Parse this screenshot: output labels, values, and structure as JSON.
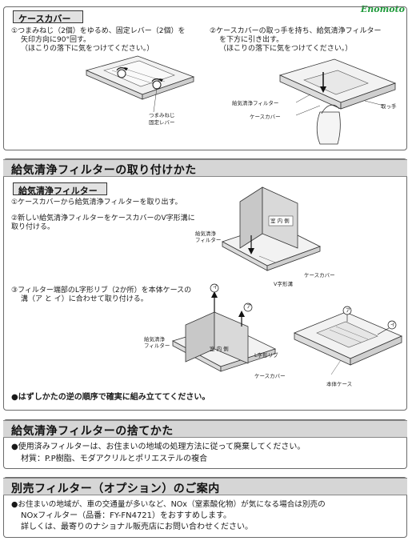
{
  "watermark": "Enomoto",
  "case_cover": {
    "tab": "ケースカバー",
    "step1": [
      "①つまみねじ（2個）をゆるめ、固定レバー（2個）を",
      "矢印方向に90°回す。",
      "（ほこりの落下に気をつけてください。）"
    ],
    "step2": [
      "②ケースカバーの取っ手を持ち、給気清浄フィルター",
      "を下方に引き出す。",
      "（ほこりの落下に気をつけてください。）"
    ],
    "labels": {
      "knob_screw": "つまみねじ",
      "fixing_lever": "固定レバー",
      "filter": "給気清浄フィルター",
      "handle": "取っ手",
      "cover": "ケースカバー"
    }
  },
  "install": {
    "title": "給気清浄フィルターの取り付けかた",
    "tab": "給気清浄フィルター",
    "step1": "①ケースカバーから給気清浄フィルターを取り出す。",
    "step2": [
      "②新しい給気清浄フィルターをケースカバーのV字形溝に",
      "取り付ける。"
    ],
    "step3": [
      "③フィルター端部のL字形リブ（2か所）を本体ケースの",
      "溝（ア と イ）に合わせて取り付ける。"
    ],
    "labels": {
      "filter": [
        "給気清浄",
        "フィルター"
      ],
      "cover": "ケースカバー",
      "v_groove": "V字形溝",
      "l_rib": "L字形リブ",
      "room_side": "室 内 側",
      "body_case": "本体ケース",
      "a": "ア",
      "i": "イ"
    },
    "note": "●はずしかたの逆の順序で確実に組み立ててください。"
  },
  "disposal": {
    "title": "給気清浄フィルターの捨てかた",
    "line1": "●使用済みフィルターは、お住まいの地域の処理方法に従って廃棄してください。",
    "line2": "材質：P.P樹脂、モダアクリルとポリエステルの複合"
  },
  "option": {
    "title": "別売フィルター（オプション）のご案内",
    "line1": "●お住まいの地域が、車の交通量が多いなど、NOx（窒素酸化物）が気になる場合は別売の",
    "line2": "NOxフィルター（品番：FY-FN4721）をおすすめします。",
    "line3": "詳しくは、最寄りのナショナル販売店にお問い合わせください。"
  }
}
